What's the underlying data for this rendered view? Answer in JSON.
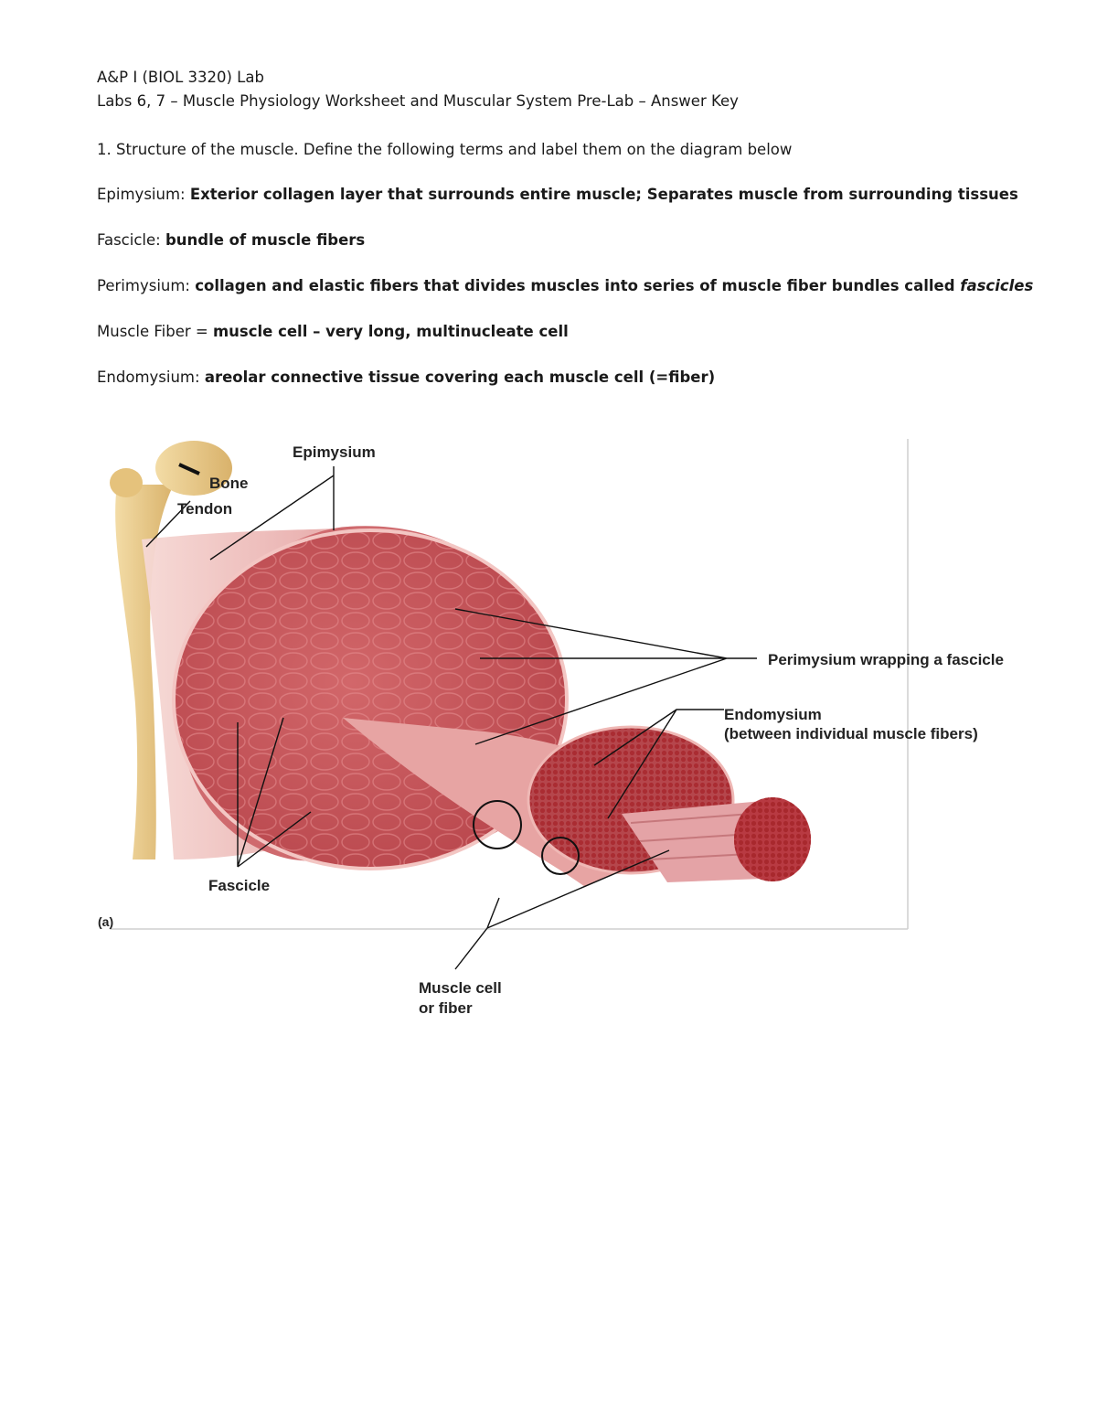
{
  "header": {
    "course": "A&P I (BIOL 3320) Lab",
    "title": "Labs 6, 7 – Muscle Physiology Worksheet and Muscular System Pre-Lab – Answer Key"
  },
  "question": {
    "number": "1.",
    "text": "Structure of the muscle.  Define the following terms and label them on the diagram below"
  },
  "terms": {
    "epimysium": {
      "term": "Epimysium:",
      "definition": "Exterior collagen layer that surrounds entire muscle; Separates muscle from surrounding tissues"
    },
    "fascicle": {
      "term": "Fascicle:",
      "definition": "bundle of muscle fibers"
    },
    "perimysium": {
      "term": "Perimysium:",
      "definition": "collagen and elastic fibers that divides muscles into series of muscle fiber bundles called",
      "definition_italic": "fascicles"
    },
    "muscle_fiber": {
      "term": "Muscle Fiber =",
      "definition": "muscle cell – very long, multinucleate cell"
    },
    "endomysium": {
      "term": "Endomysium:",
      "definition": "areolar connective tissue covering each muscle cell (=fiber)"
    }
  },
  "diagram": {
    "labels": {
      "epimysium": "Epimysium",
      "bone": "Bone",
      "tendon": "Tendon",
      "perimysium": "Perimysium wrapping a fascicle",
      "endomysium_1": "Endomysium",
      "endomysium_2": "(between individual muscle fibers)",
      "fascicle": "Fascicle",
      "panel": "(a)",
      "muscle_cell_1": "Muscle cell",
      "muscle_cell_2": "or fiber"
    },
    "colors": {
      "muscle": "#c9575c",
      "muscle_light": "#e79a9b",
      "sheath": "#f1c8c4",
      "bone": "#e8c98a",
      "fiber_dot": "#a8282d"
    }
  }
}
